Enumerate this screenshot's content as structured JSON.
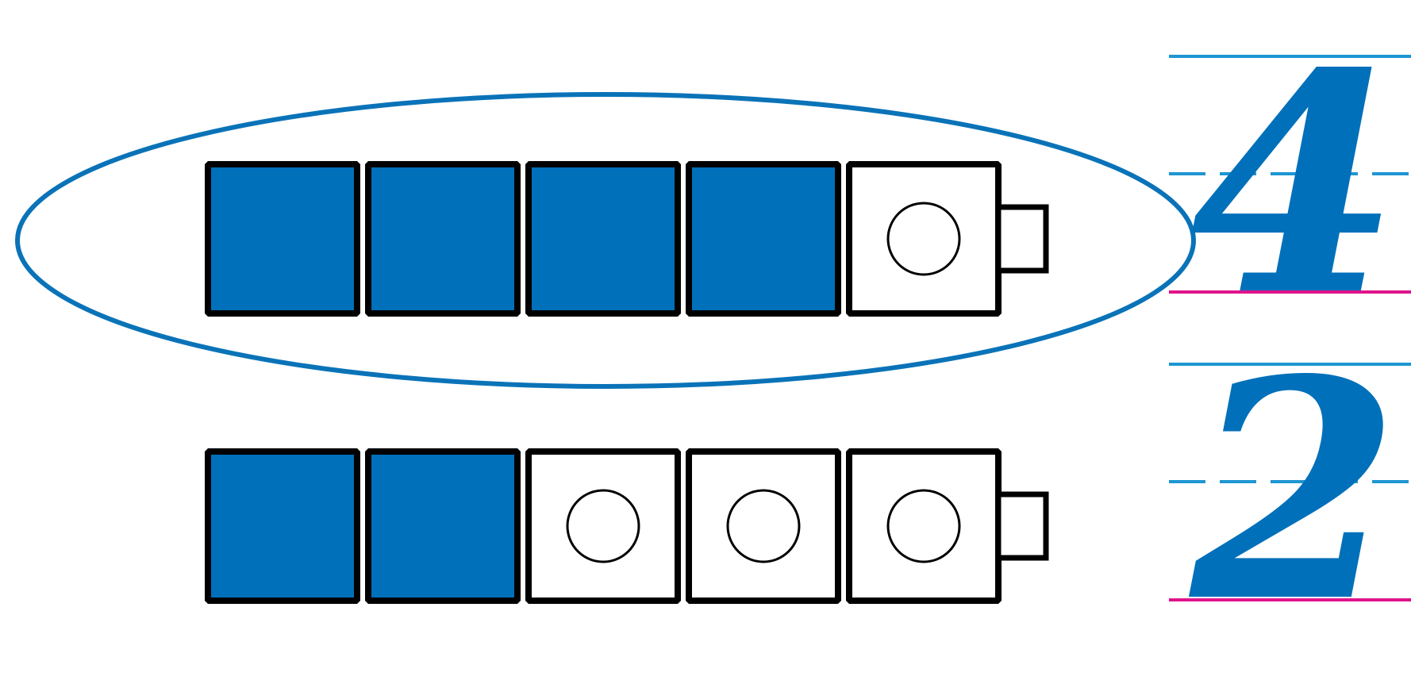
{
  "colors": {
    "filled": "#0070BA",
    "empty": "#FFFFFF",
    "outline": "#000000",
    "oval": "#0A73B8",
    "guide_blue": "#1E96D2",
    "guide_pink": "#E0138C",
    "numeral": "#0070BA"
  },
  "trains": [
    {
      "cubes": [
        "filled",
        "filled",
        "filled",
        "filled",
        "empty"
      ],
      "circled": true
    },
    {
      "cubes": [
        "filled",
        "filled",
        "empty",
        "empty",
        "empty"
      ],
      "circled": false
    }
  ],
  "numerals": [
    {
      "text": "4"
    },
    {
      "text": "2"
    }
  ]
}
